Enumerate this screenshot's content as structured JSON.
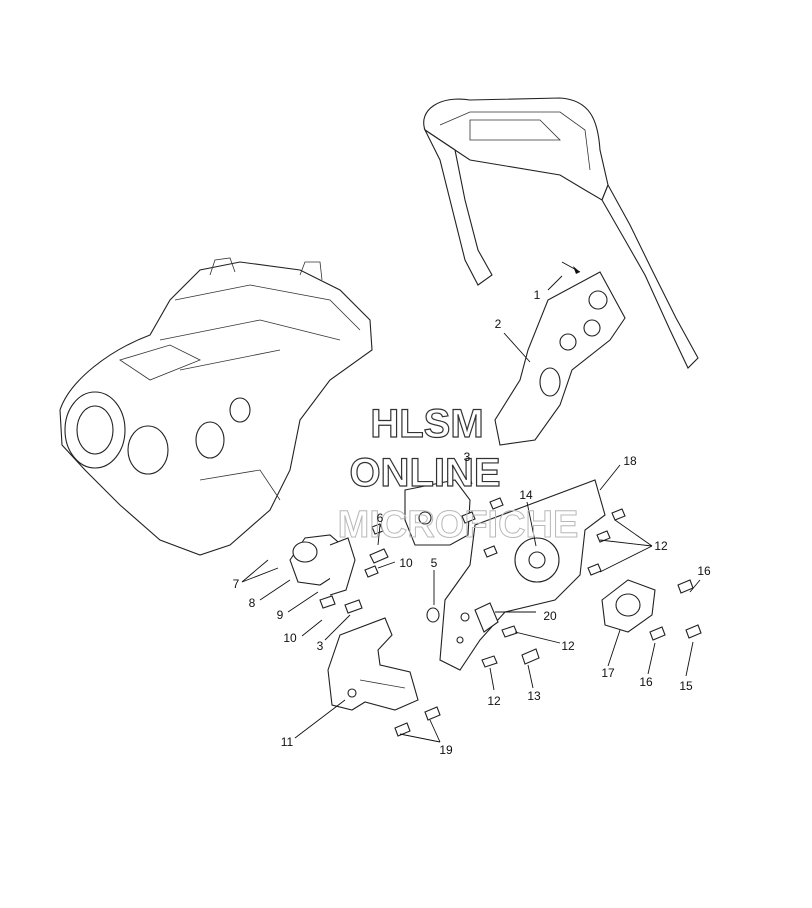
{
  "watermark": {
    "line1": "HLSM",
    "line2": "ONLINE",
    "line3": "MICROFICHE"
  },
  "callouts": [
    {
      "id": "c1",
      "label": "1"
    },
    {
      "id": "c2",
      "label": "2"
    },
    {
      "id": "c3a",
      "label": "3"
    },
    {
      "id": "c3b",
      "label": "3"
    },
    {
      "id": "c5",
      "label": "5"
    },
    {
      "id": "c6",
      "label": "6"
    },
    {
      "id": "c7",
      "label": "7"
    },
    {
      "id": "c8",
      "label": "8"
    },
    {
      "id": "c9",
      "label": "9"
    },
    {
      "id": "c10a",
      "label": "10"
    },
    {
      "id": "c10b",
      "label": "10"
    },
    {
      "id": "c11",
      "label": "11"
    },
    {
      "id": "c12a",
      "label": "12"
    },
    {
      "id": "c12b",
      "label": "12"
    },
    {
      "id": "c12c",
      "label": "12"
    },
    {
      "id": "c13",
      "label": "13"
    },
    {
      "id": "c14",
      "label": "14"
    },
    {
      "id": "c15",
      "label": "15"
    },
    {
      "id": "c16a",
      "label": "16"
    },
    {
      "id": "c16b",
      "label": "16"
    },
    {
      "id": "c17",
      "label": "17"
    },
    {
      "id": "c18",
      "label": "18"
    },
    {
      "id": "c19",
      "label": "19"
    },
    {
      "id": "c20",
      "label": "20"
    }
  ]
}
